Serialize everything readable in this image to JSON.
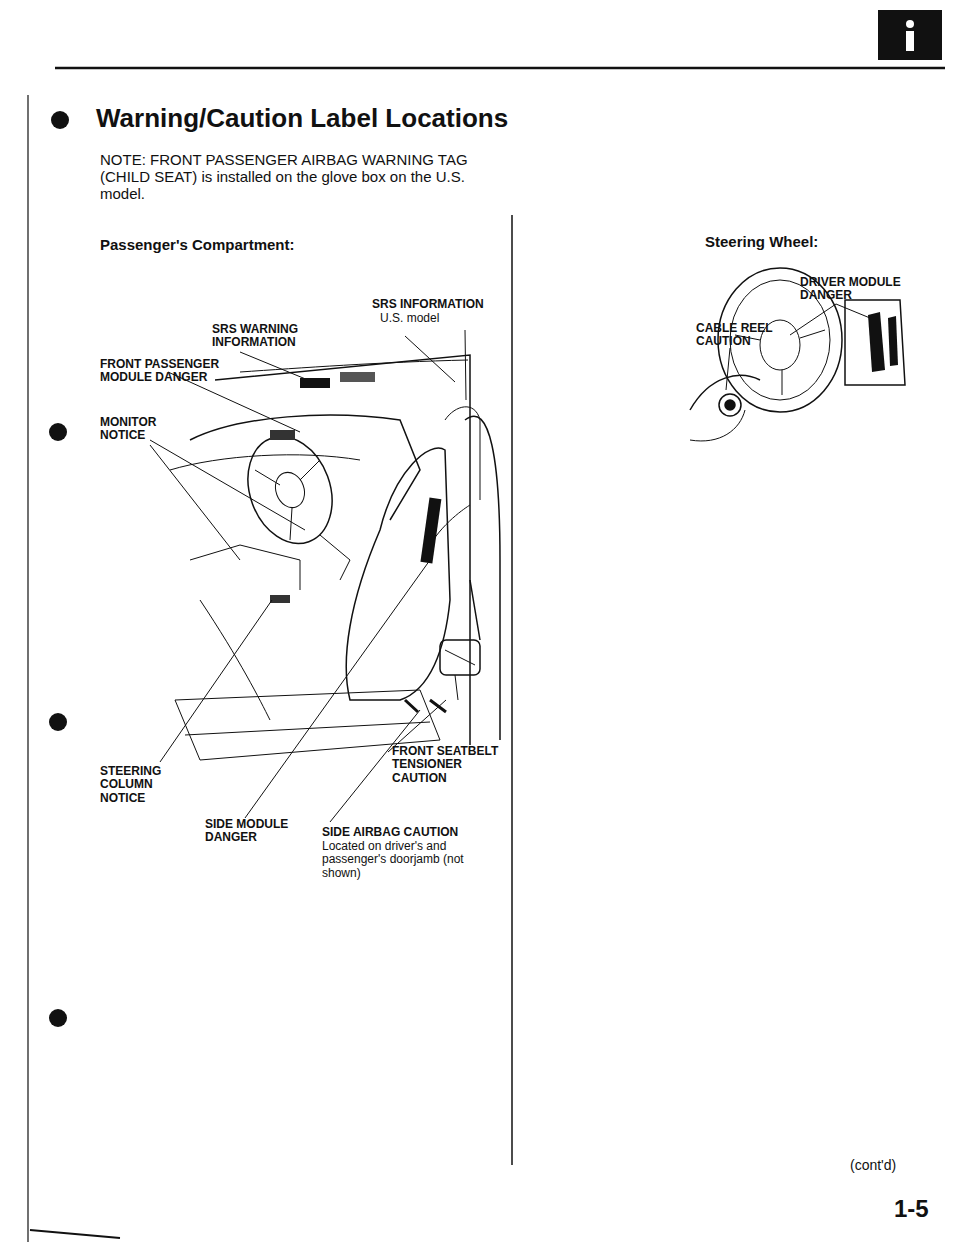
{
  "diagram": {
    "title": "Warning/Caution Label Locations",
    "labels": [
      "NOTE: FRONT PASSENGER AIRBAG WARNING TAG (CHILD SEAT) is installed on the glove box on the U.S. model.",
      "Passenger's Compartment:",
      "SRS INFORMATION",
      "U.S. model",
      "SRS WARNING INFORMATION",
      "FRONT PASSENGER MODULE DANGER",
      "MONITOR NOTICE",
      "STEERING COLUMN NOTICE",
      "FRONT SEATBELT TENSIONER CAUTION",
      "SIDE MODULE DANGER",
      "SIDE AIRBAG CAUTION",
      "Located on driver's and passenger's doorjamb (not shown)",
      "Steering Wheel:",
      "DRIVER MODULE DANGER",
      "CABLE REEL CAUTION",
      "(cont'd)",
      "1-5"
    ]
  }
}
